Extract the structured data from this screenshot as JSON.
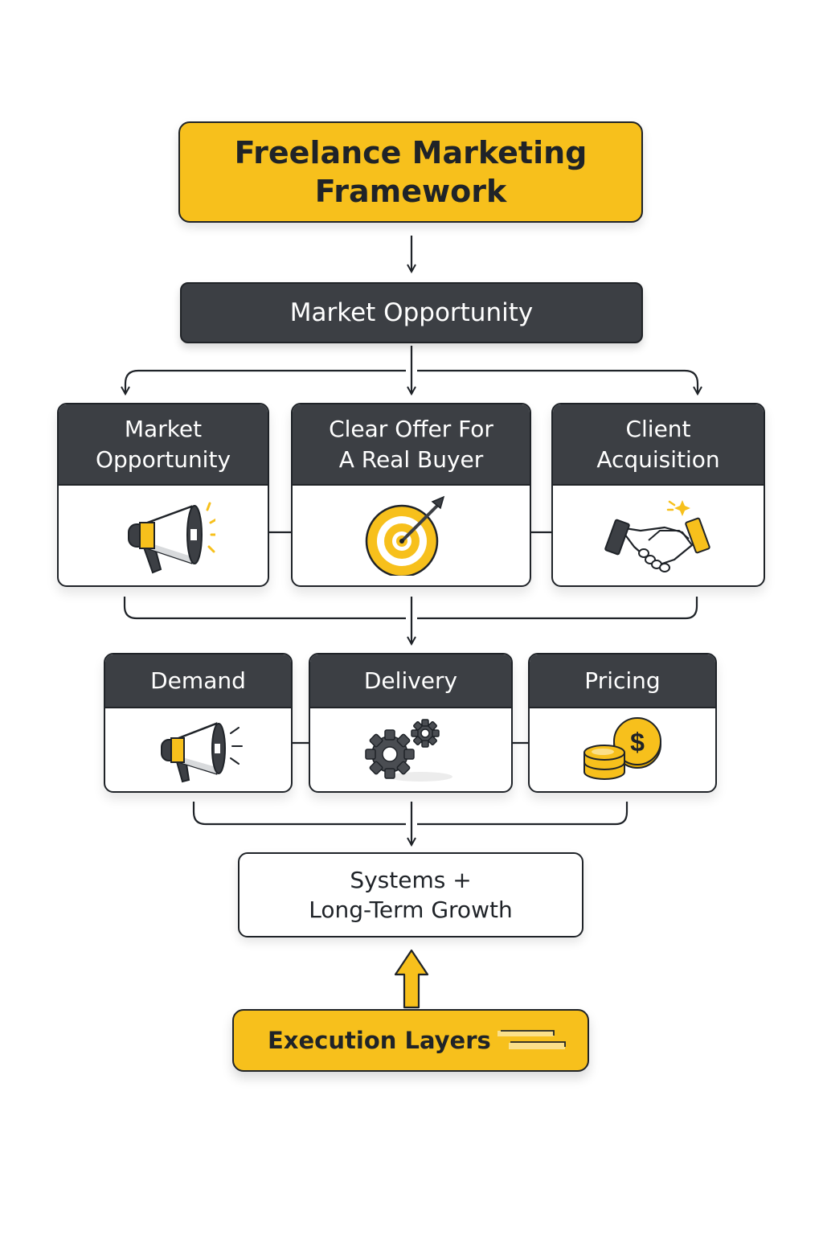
{
  "title": {
    "line1": "Freelance Marketing",
    "line2": "Framework"
  },
  "top_stage": {
    "label": "Market Opportunity"
  },
  "row1": [
    {
      "line1": "Market",
      "line2": "Opportunity",
      "icon": "megaphone-icon"
    },
    {
      "line1": "Clear Offer For",
      "line2": "A Real Buyer",
      "icon": "target-icon"
    },
    {
      "line1": "Client",
      "line2": "Acquisition",
      "icon": "handshake-icon"
    }
  ],
  "row2": [
    {
      "label": "Demand",
      "icon": "megaphone-icon"
    },
    {
      "label": "Delivery",
      "icon": "gears-icon"
    },
    {
      "label": "Pricing",
      "icon": "coins-icon"
    }
  ],
  "systems": {
    "line1": "Systems +",
    "line2": "Long-Term Growth"
  },
  "execution": {
    "label": "Execution Layers"
  },
  "colors": {
    "accent": "#f7c01c",
    "dark": "#3c3f44",
    "outline": "#1f2328",
    "background": "#ffffff"
  }
}
